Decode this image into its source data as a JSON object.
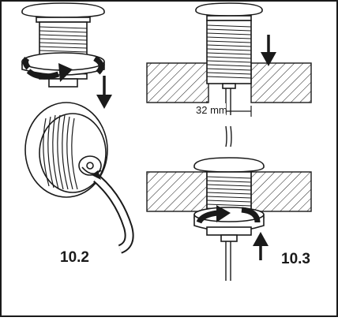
{
  "labels": {
    "step_left": "10.2",
    "step_right": "10.3",
    "dimension": "32 mm"
  },
  "colors": {
    "ink": "#1a1a1a",
    "paper": "#ffffff"
  },
  "icons": [
    "arrow-down-icon",
    "arrow-up-icon",
    "rotate-arrow-icon"
  ]
}
